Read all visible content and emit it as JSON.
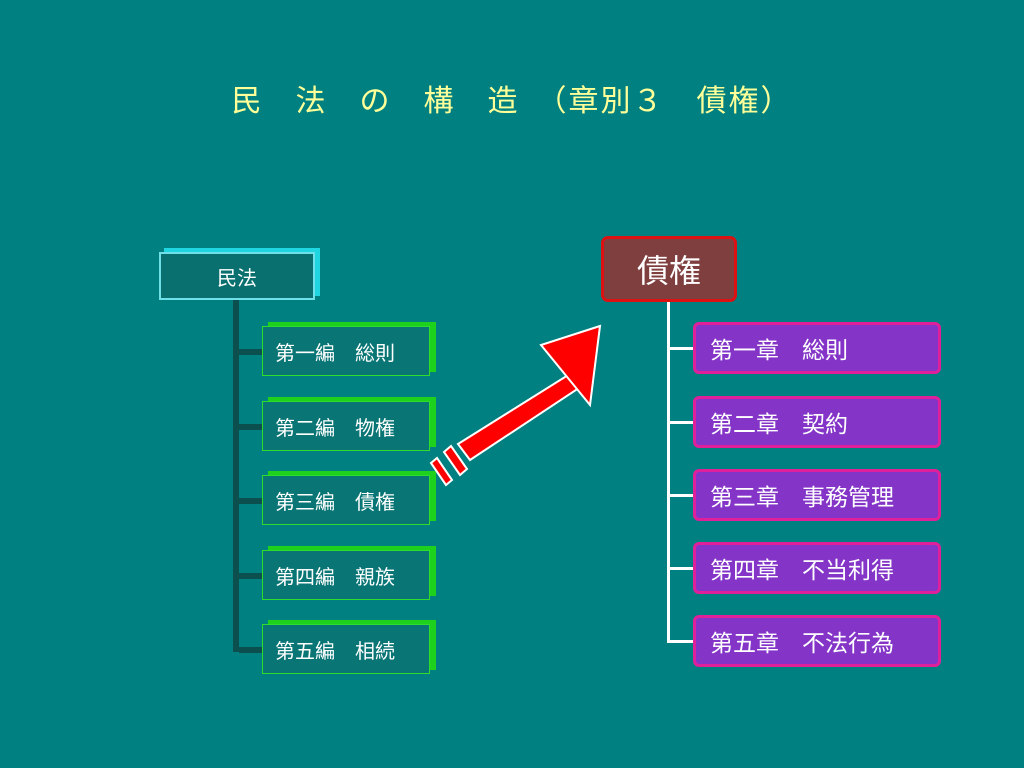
{
  "title": "民　法　の　構　造　（章別３　債権）",
  "left_tree": {
    "root": "民法",
    "volumes": [
      "第一編　総則",
      "第二編　物権",
      "第三編　債権",
      "第四編　親族",
      "第五編　相続"
    ]
  },
  "right_tree": {
    "root": "債権",
    "chapters": [
      "第一章　総則",
      "第二章　契約",
      "第三章　事務管理",
      "第四章　不当利得",
      "第五章　不法行為"
    ]
  },
  "colors": {
    "background": "#008080",
    "title": "#ffff99",
    "volume_border": "#2edc2e",
    "root_border": "#dd1111",
    "chapter_fill": "#8435c8",
    "chapter_border": "#e0209a",
    "arrow": "#ff0000"
  },
  "icons": [
    "diagonal-arrow-icon"
  ]
}
